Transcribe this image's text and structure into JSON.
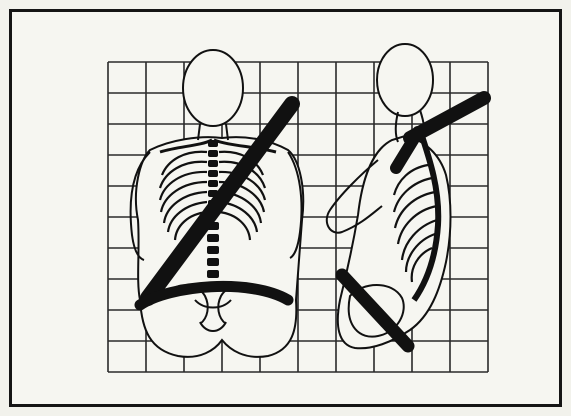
{
  "figure": {
    "subject": "skeleton-with-seatbelt-diagram",
    "views": [
      "front-view",
      "side-view"
    ],
    "colors": {
      "background": "#f6f6f1",
      "ink": "#111111",
      "grid": "#2a2a2a",
      "frame": "#151515"
    }
  }
}
